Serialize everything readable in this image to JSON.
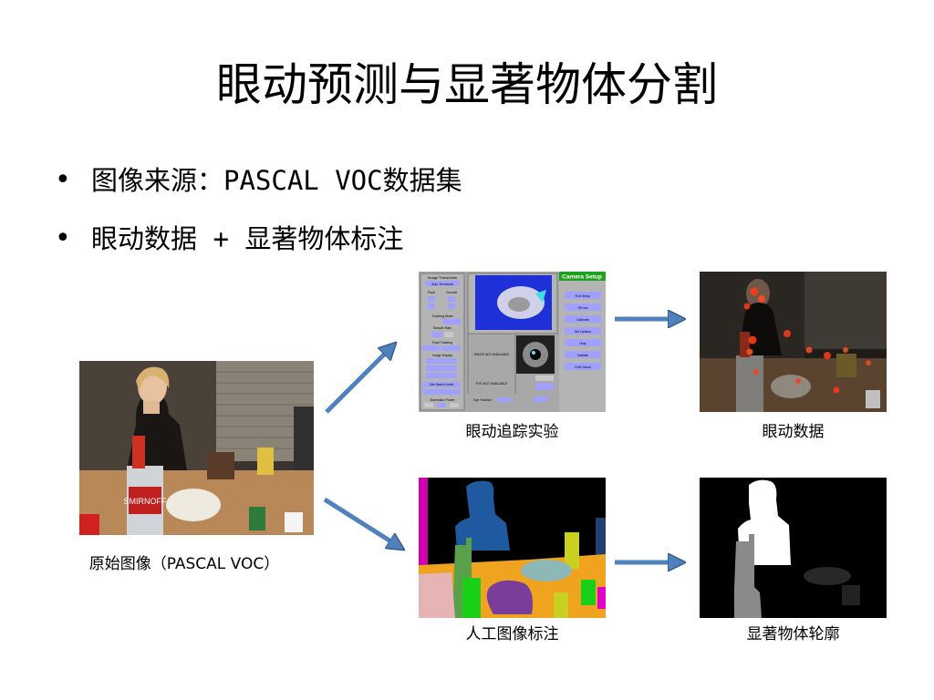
{
  "slide": {
    "title": "眼动预测与显著物体分割",
    "bullets": [
      {
        "marker": "•",
        "text": "图像来源：PASCAL VOC数据集"
      },
      {
        "marker": "•",
        "text": "眼动数据 + 显著物体标注"
      }
    ]
  },
  "images": {
    "original": {
      "caption": "原始图像（PASCAL VOC）",
      "bottle_label": "SMIRNOFF"
    },
    "eyetracking": {
      "caption": "眼动追踪实验",
      "panel_title": "Camera Setup",
      "left_labels": [
        "Image Thresholds",
        "Auto Threshold",
        "Pupil",
        "Corneal",
        "Tracking Mode",
        "Sample Rate",
        "Pupil Tracking",
        "Image Display",
        "Use Search Limits",
        "Illuminator Power"
      ],
      "right_buttons": [
        "Exit Setup",
        "Off line",
        "Calibrate",
        "Set Options",
        "Help",
        "Validate",
        "Drift Check"
      ],
      "center_labels": [
        "IMAGE NOT AVAILABLE",
        "EYE NOT AVAILABLE",
        "Eye Tracked"
      ]
    },
    "fixation": {
      "caption": "眼动数据"
    },
    "segmentation": {
      "caption": "人工图像标注"
    },
    "saliency": {
      "caption": "显著物体轮廓"
    }
  },
  "colors": {
    "arrow": "#4f81bd",
    "arrow_outline": "#385d8a",
    "seg_background": "#000000",
    "seg_person": "#1f5aa0",
    "seg_table": "#f0a31e",
    "seg_bottle_left": "#5aa04a",
    "seg_bottle_green": "#18d018",
    "seg_cake": "#7a3d9a",
    "seg_candles": "#c8d020",
    "seg_plate": "#e6b4b4",
    "seg_cup": "#e000c8"
  }
}
